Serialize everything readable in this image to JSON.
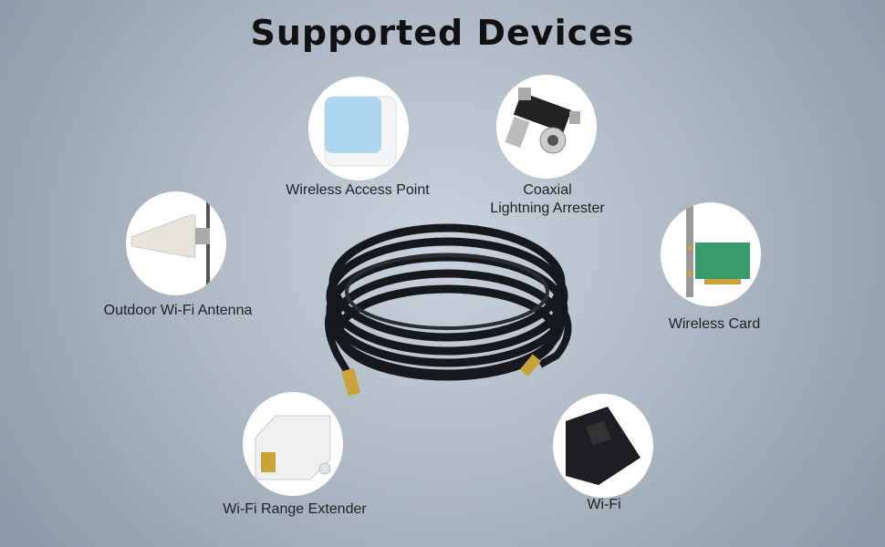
{
  "title": "Supported Devices",
  "devices": [
    {
      "label": "Wireless Access Point",
      "icon": "access-point-icon"
    },
    {
      "label_line1": "Coaxial",
      "label_line2": "Lightning Arrester",
      "icon": "lightning-arrester-icon"
    },
    {
      "label": "Outdoor Wi-Fi Antenna",
      "icon": "outdoor-antenna-icon"
    },
    {
      "label": "Wireless Card",
      "icon": "wireless-card-icon"
    },
    {
      "label": "Wi-Fi Range Extender",
      "icon": "range-extender-icon"
    },
    {
      "label": "Wi-Fi",
      "icon": "router-icon"
    }
  ],
  "colors": {
    "cable": "#15181c",
    "connector": "#c9a23a",
    "card_green": "#3a9a6a",
    "ap_blue": "#a9d3f0"
  }
}
